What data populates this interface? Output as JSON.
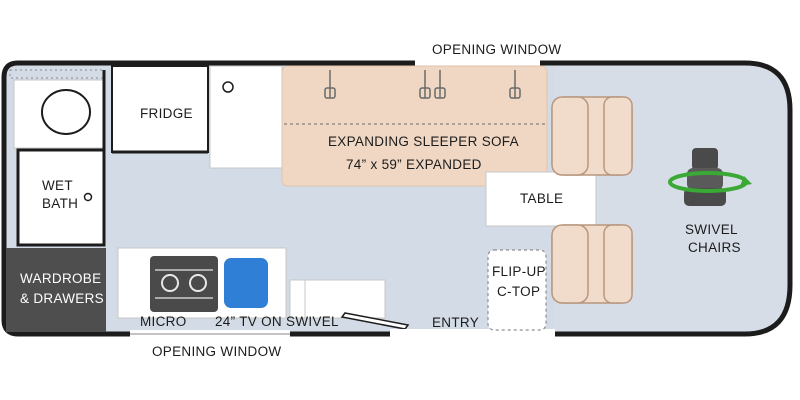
{
  "labels": {
    "opening_window_top": "OPENING WINDOW",
    "opening_window_bottom": "OPENING WINDOW",
    "fridge": "FRIDGE",
    "wet_bath_line1": "WET",
    "wet_bath_line2": "BATH",
    "wardrobe_line1": "WARDROBE",
    "wardrobe_line2": "& DRAWERS",
    "sofa_line1": "EXPANDING SLEEPER SOFA",
    "sofa_line2": "74” x 59” EXPANDED",
    "table": "TABLE",
    "flipup_line1": "FLIP-UP",
    "flipup_line2": "C-TOP",
    "entry": "ENTRY",
    "micro": "MICRO",
    "tv": "24” TV ON SWIVEL",
    "swivel_line1": "SWIVEL",
    "swivel_line2": "CHAIRS"
  },
  "icons": [
    "toilet-icon",
    "swivel-chair-icon",
    "cooktop-icon",
    "sink-icon",
    "captain-chair-icon",
    "rotation-arrow-icon"
  ],
  "colors": {
    "floor": "#d3dbe6",
    "wall": "#1c1c1c",
    "sofa": "#efd7c4",
    "chair": "#f1dccb",
    "wardrobe": "#4e4e4e",
    "counter": "#ffffff",
    "rotation_arrow": "#3aa935",
    "sink": "#2f7fd6"
  }
}
